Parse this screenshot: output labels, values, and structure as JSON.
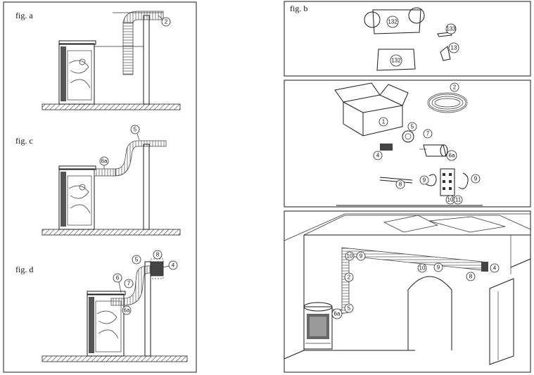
{
  "figures": {
    "a": {
      "label": "fig. a",
      "callouts": [
        "2"
      ]
    },
    "b": {
      "label": "fig. b",
      "callouts": [
        "132",
        "133",
        "132",
        "13"
      ]
    },
    "c": {
      "label": "fig. c",
      "callouts": [
        "5",
        "6a"
      ]
    },
    "d": {
      "label": "fig. d",
      "callouts": [
        "5",
        "8",
        "4",
        "6",
        "7",
        "6a"
      ]
    },
    "kit": {
      "callouts": [
        "1",
        "2",
        "5",
        "7",
        "4",
        "6a",
        "8",
        "9",
        "9",
        "10",
        "11"
      ]
    },
    "install": {
      "callouts": [
        "10",
        "9",
        "2",
        "10",
        "9",
        "8",
        "4",
        "5",
        "6a"
      ]
    }
  }
}
